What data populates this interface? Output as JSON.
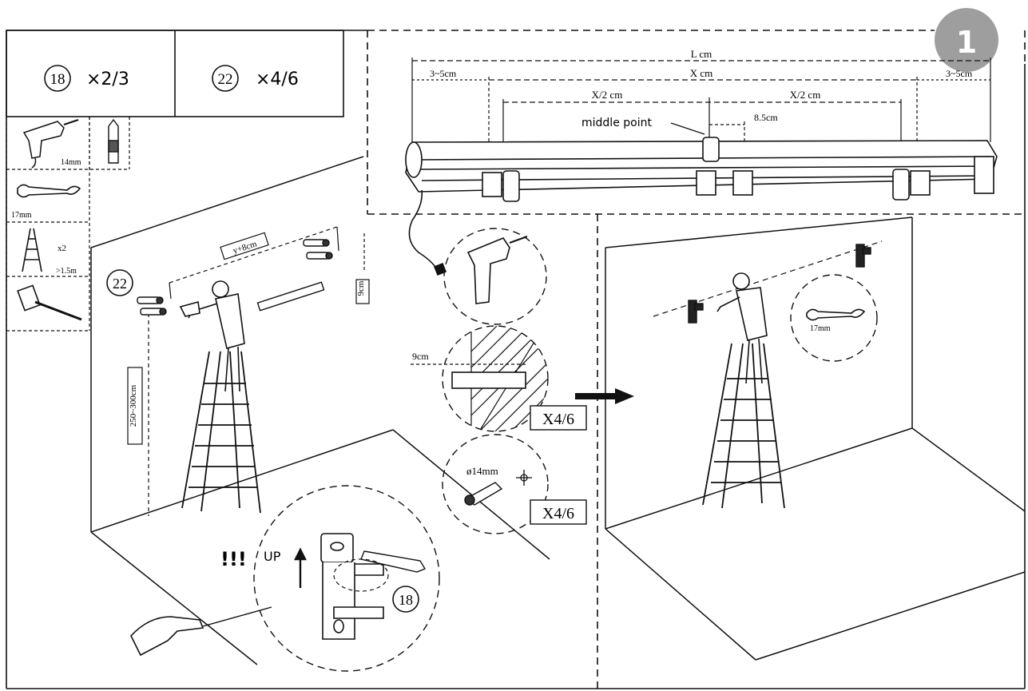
{
  "step": {
    "number": "1",
    "badge_color": "#9e9e9e"
  },
  "parts": [
    {
      "id": "18",
      "qty": "×2/3"
    },
    {
      "id": "22",
      "qty": "×4/6"
    }
  ],
  "tools": {
    "drill_size": "14mm",
    "wrench_size": "17mm",
    "ladder_qty": "x2",
    "ladder_height": ">1.5m"
  },
  "wall_scene": {
    "part_ref": "22",
    "spacing_label": "y+8cm",
    "offset_label": "9cm",
    "height_label": "250~300cm"
  },
  "awning_dims": {
    "total": "L cm",
    "x": "X cm",
    "half_left": "X/2 cm",
    "half_right": "X/2 cm",
    "left_edge": "3~5cm",
    "right_edge": "3~5cm",
    "middle_label": "middle point",
    "middle_offset": "8.5cm"
  },
  "drill_detail": {
    "depth_label": "9cm",
    "count_1": "X4/6",
    "diameter_label": "ø14mm",
    "count_2": "X4/6"
  },
  "bracket_detail": {
    "warning": "!!!",
    "up_label": "UP",
    "part_ref": "18"
  },
  "install_scene": {
    "wrench_size": "17mm"
  }
}
